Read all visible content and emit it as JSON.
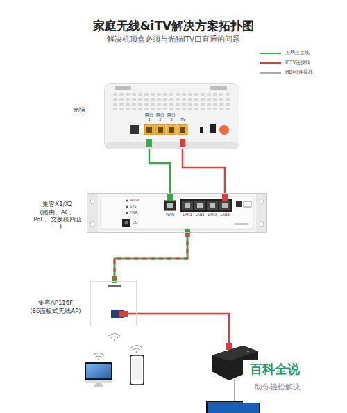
{
  "diagram": {
    "title": "家庭无线&iTV解决方案拓扑图",
    "nodes": [
      {
        "text": [
          "光猫"
        ]
      },
      {
        "text": [
          "集客X1/X2",
          "(路由、AC、PoE、交换机四合一)"
        ]
      },
      {
        "text": [
          "集客AP116F",
          "(86面板式无线AP)"
        ]
      }
    ],
    "edges": [
      {
        "from": 0,
        "to": 1,
        "arrow": "none"
      },
      {
        "from": 0,
        "to": 1,
        "arrow": "none"
      },
      {
        "from": 1,
        "to": 2,
        "arrow": "none"
      }
    ],
    "labels": [
      "解决机顶盒必须与光猫iTV口直通的问题",
      "网口 1",
      "网口 2",
      "网口 3",
      "iTV",
      "Reset",
      "SYS",
      "PWR",
      "DC",
      "WAN",
      "LAN1",
      "LAN2",
      "LAN3",
      "LAN4",
      "百科全说",
      "助你轻松解决"
    ],
    "legend": [
      {
        "text": "上网连接线",
        "color": "#3aa84a"
      },
      {
        "text": "IPTV连接线",
        "color": "#e03a3a"
      },
      {
        "text": "HDMI连接线",
        "color": "#aaaaaa"
      }
    ]
  }
}
